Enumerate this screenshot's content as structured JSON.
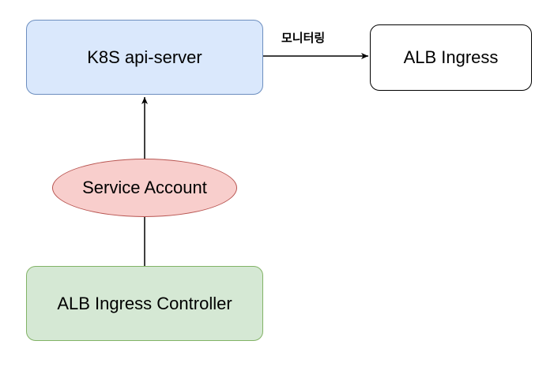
{
  "nodes": {
    "k8s_api_server": {
      "label": "K8S api-server",
      "fill": "#dae8fc",
      "stroke": "#6c8ebf"
    },
    "alb_ingress": {
      "label": "ALB Ingress",
      "fill": "#ffffff",
      "stroke": "#000000"
    },
    "service_account": {
      "label": "Service Account",
      "fill": "#f8cecc",
      "stroke": "#b85450"
    },
    "alb_ingress_controller": {
      "label": "ALB Ingress Controller",
      "fill": "#d5e8d4",
      "stroke": "#82b366"
    }
  },
  "edges": {
    "monitoring_label": "모니터링"
  }
}
